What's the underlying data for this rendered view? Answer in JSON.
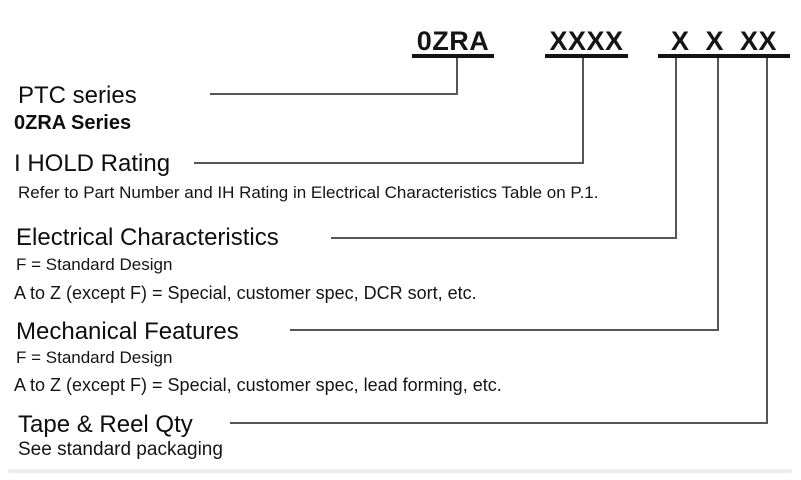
{
  "part_number": {
    "segments": [
      {
        "label": "0ZRA"
      },
      {
        "label": "XXXX"
      },
      {
        "label": "X X XX"
      }
    ]
  },
  "sections": [
    {
      "title": "PTC series",
      "subtitle": "0ZRA Series"
    },
    {
      "title": "I HOLD Rating",
      "note": "Refer to Part Number and IH Rating in Electrical Characteristics Table on P.1."
    },
    {
      "title": "Electrical Characteristics",
      "line1": "F = Standard Design",
      "line2": "A to Z (except F) = Special, customer spec, DCR sort, etc."
    },
    {
      "title": "Mechanical Features",
      "line1": "F = Standard Design",
      "line2": "A to Z (except F) = Special, customer spec, lead forming, etc."
    },
    {
      "title": "Tape & Reel Qty",
      "subtitle": "See standard packaging"
    }
  ],
  "colors": {
    "background": "#ffffff",
    "text": "#0e0e0e",
    "connector_line": "#565656",
    "part_number_underline": "#151515"
  }
}
